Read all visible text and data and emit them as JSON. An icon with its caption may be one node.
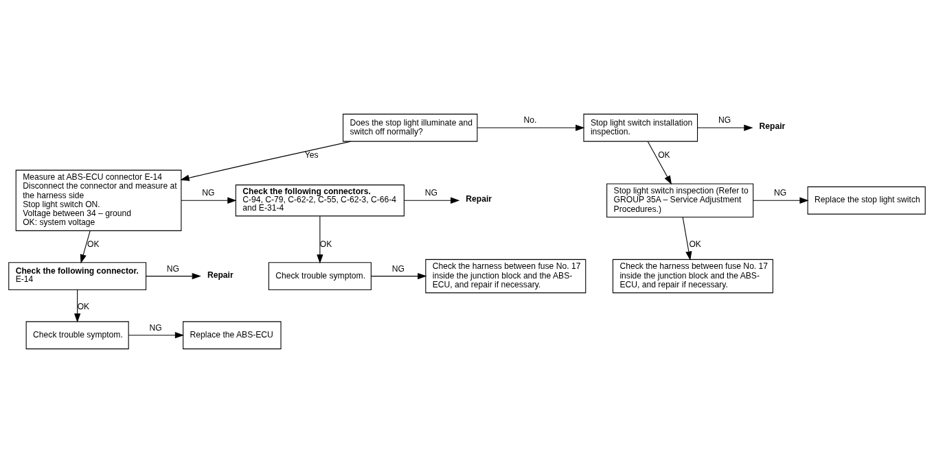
{
  "diagram": {
    "nodes": [
      {
        "text": [
          "Does the stop light illuminate and switch off normally?"
        ]
      },
      {
        "text": [
          "Stop light switch installation inspection."
        ]
      },
      {
        "text": [
          "Repair"
        ]
      },
      {
        "text": [
          "Stop light switch inspection (Refer to GROUP 35A – Service Adjustment Procedures.)"
        ]
      },
      {
        "text": [
          "Replace the stop light switch"
        ]
      },
      {
        "text": [
          "Check the harness between fuse No. 17 inside the junction block and the ABS-ECU, and repair if necessary."
        ]
      },
      {
        "text": [
          "Measure at ABS-ECU connector E-14",
          "Disconnect the connector and measure at the harness side",
          "Stop light switch ON.",
          "Voltage between 34 – ground",
          "OK: system voltage"
        ]
      },
      {
        "text": [
          "Check the following connectors.",
          "C-94, C-79, C-62-2, C-55, C-62-3, C-66-4 and E-31-4"
        ]
      },
      {
        "text": [
          "Repair"
        ]
      },
      {
        "text": [
          "Check trouble symptom."
        ]
      },
      {
        "text": [
          "Check the harness between fuse No. 17 inside the junction block and the ABS-ECU, and repair if necessary."
        ]
      },
      {
        "text": [
          "Check the following connector.",
          "E-14"
        ]
      },
      {
        "text": [
          "Repair"
        ]
      },
      {
        "text": [
          "Check trouble symptom."
        ]
      },
      {
        "text": [
          "Replace the ABS-ECU"
        ]
      }
    ],
    "edges": [
      {
        "from": 0,
        "to": 1,
        "arrow": "to",
        "label": "No."
      },
      {
        "from": 1,
        "to": 2,
        "arrow": "to",
        "label": "NG"
      },
      {
        "from": 1,
        "to": 3,
        "arrow": "to",
        "label": "OK"
      },
      {
        "from": 3,
        "to": 4,
        "arrow": "to",
        "label": "NG"
      },
      {
        "from": 3,
        "to": 5,
        "arrow": "to",
        "label": "OK"
      },
      {
        "from": 0,
        "to": 6,
        "arrow": "to",
        "label": "Yes"
      },
      {
        "from": 6,
        "to": 7,
        "arrow": "to",
        "label": "NG"
      },
      {
        "from": 7,
        "to": 8,
        "arrow": "to",
        "label": "NG"
      },
      {
        "from": 7,
        "to": 9,
        "arrow": "to",
        "label": "OK"
      },
      {
        "from": 9,
        "to": 10,
        "arrow": "to",
        "label": "NG"
      },
      {
        "from": 6,
        "to": 11,
        "arrow": "to",
        "label": "OK"
      },
      {
        "from": 11,
        "to": 12,
        "arrow": "to",
        "label": "NG"
      },
      {
        "from": 11,
        "to": 13,
        "arrow": "to",
        "label": "OK"
      },
      {
        "from": 13,
        "to": 14,
        "arrow": "to",
        "label": "NG"
      }
    ]
  }
}
